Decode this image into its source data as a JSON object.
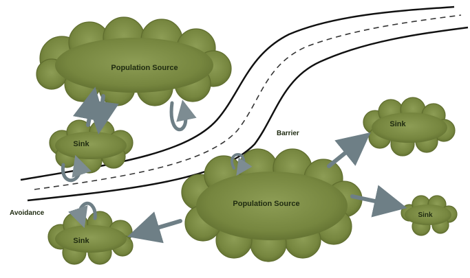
{
  "diagram": {
    "barrier_label": "Barrier",
    "avoidance_label": "Avoidance",
    "patches": {
      "source_top": "Population Source",
      "source_bottom": "Population Source",
      "sink_left_upper": "Sink",
      "sink_left_lower": "Sink",
      "sink_right_upper": "Sink",
      "sink_right_lower": "Sink"
    }
  },
  "colors": {
    "cloud_fill": "#7c8c4a",
    "cloud_dark": "#5b6a30",
    "cloud_outline": "#6a7838",
    "arrow": "#6e7f86",
    "road_line": "#111111"
  }
}
